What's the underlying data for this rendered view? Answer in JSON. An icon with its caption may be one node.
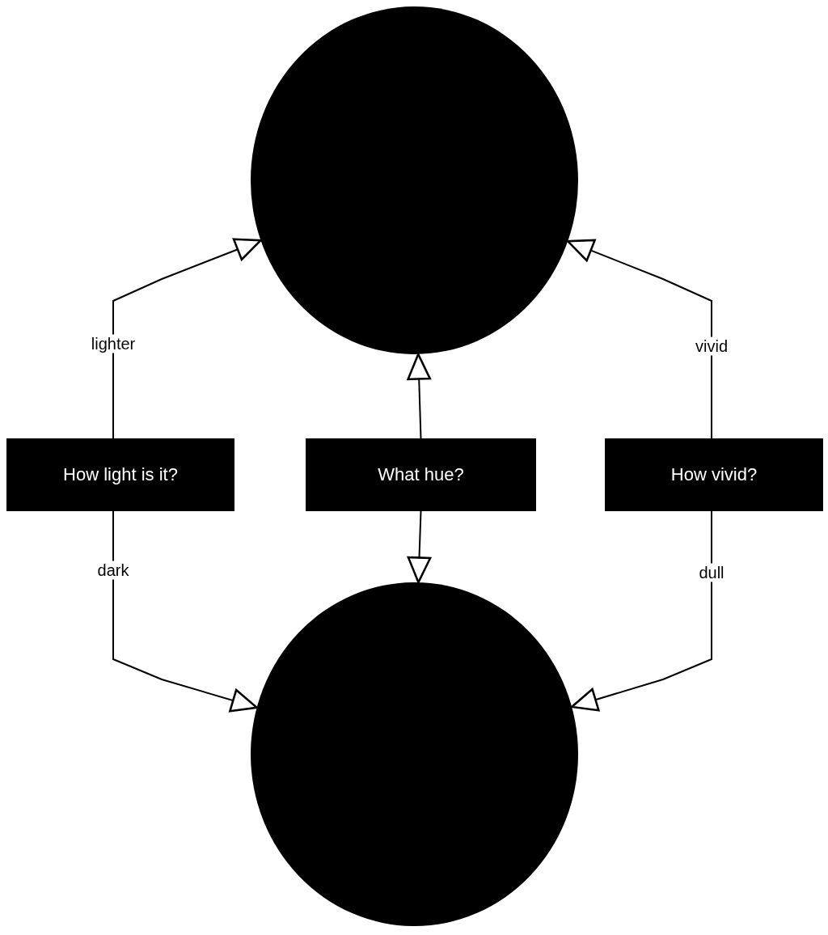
{
  "diagram": {
    "nodes": [
      {
        "text": [],
        "shape": "circle"
      },
      {
        "text": [
          "How light is it?"
        ]
      },
      {
        "text": [
          "What hue?"
        ]
      },
      {
        "text": [
          "How vivid?"
        ]
      },
      {
        "text": [],
        "shape": "circle"
      }
    ],
    "edges": [
      {
        "from": 1,
        "to": 0,
        "arrow": "to",
        "label": "lighter"
      },
      {
        "from": 1,
        "to": 4,
        "arrow": "to",
        "label": "dark"
      },
      {
        "from": 2,
        "to": 0,
        "arrow": "to"
      },
      {
        "from": 2,
        "to": 4,
        "arrow": "to"
      },
      {
        "from": 3,
        "to": 0,
        "arrow": "to",
        "label": "vivid"
      },
      {
        "from": 3,
        "to": 4,
        "arrow": "to",
        "label": "dull"
      }
    ]
  }
}
